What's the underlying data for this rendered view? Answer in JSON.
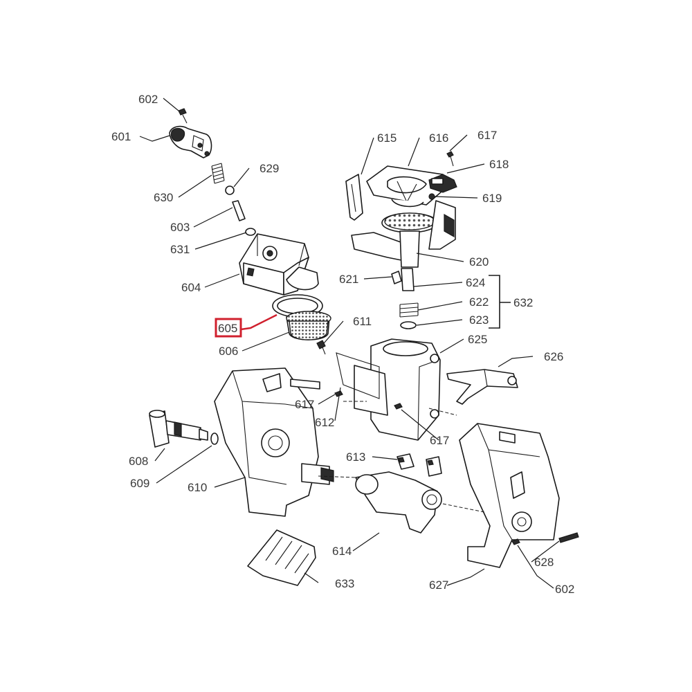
{
  "labels": {
    "p601": "601",
    "p602_top": "602",
    "p603": "603",
    "p604": "604",
    "p605": "605",
    "p606": "606",
    "p608": "608",
    "p609": "609",
    "p610": "610",
    "p611": "611",
    "p612": "612",
    "p613": "613",
    "p614": "614",
    "p615": "615",
    "p616": "616",
    "p617_top": "617",
    "p617_left": "617",
    "p617_right": "617",
    "p618": "618",
    "p619": "619",
    "p620": "620",
    "p621": "621",
    "p622": "622",
    "p623": "623",
    "p624": "624",
    "p625": "625",
    "p626": "626",
    "p627": "627",
    "p628": "628",
    "p629": "629",
    "p630": "630",
    "p631": "631",
    "p632": "632",
    "p633": "633",
    "p602_bottom": "602"
  },
  "highlight": {
    "part": "605",
    "color": "#d0202e"
  },
  "colors": {
    "line": "#1a1a1a",
    "label_text": "#3a3a3a",
    "highlight": "#d0202e"
  }
}
